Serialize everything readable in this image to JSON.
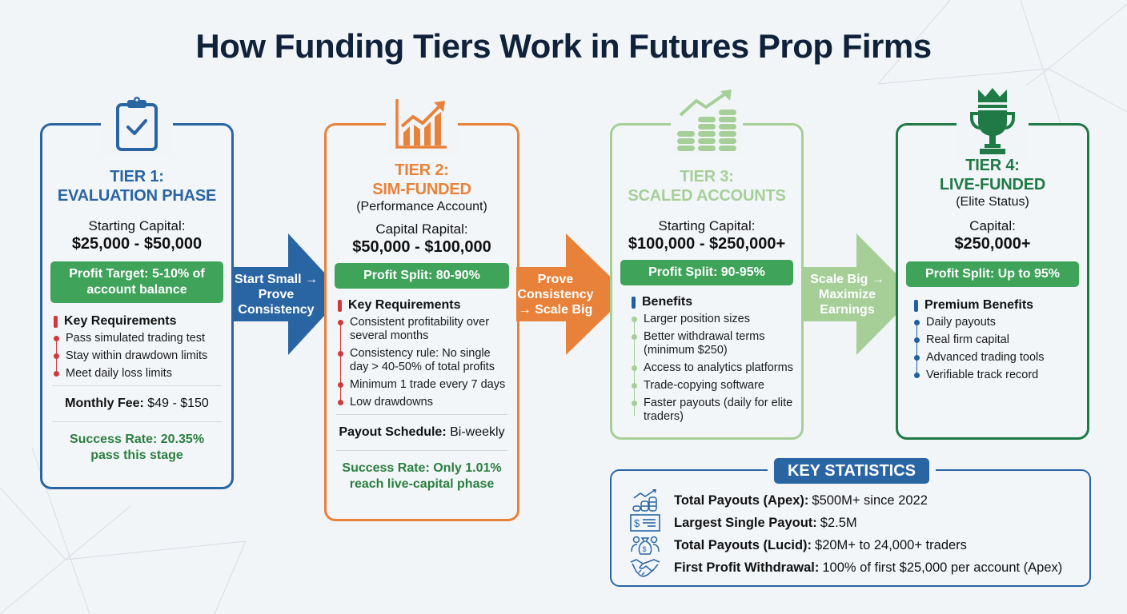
{
  "title": "How Funding Tiers Work in Futures Prop Firms",
  "colors": {
    "tier1": "#2a65a3",
    "tier2": "#e8823a",
    "tier3": "#a6cf98",
    "tier4": "#1f7a45",
    "pill_green": "#3fa35a",
    "success_green": "#2a7f3f",
    "title_navy": "#10223a"
  },
  "tiers": [
    {
      "icon": "clipboard-check-icon",
      "title_line1": "TIER 1:",
      "title_line2": "EVALUATION PHASE",
      "capital_label": "Starting Capital:",
      "capital_value": "$25,000 - $50,000",
      "pill": "Profit Target: 5-10% of account balance",
      "section_title": "Key Requirements",
      "items": [
        "Pass simulated trading test",
        "Stay within drawdown limits",
        "Meet daily loss limits"
      ],
      "fee_label": "Monthly Fee:",
      "fee_value": "$49 - $150",
      "success_line1": "Success Rate: 20.35%",
      "success_line2": "pass this stage"
    },
    {
      "icon": "bar-chart-growth-icon",
      "title_line1": "TIER 2:",
      "title_line2": "SIM-FUNDED",
      "subtitle": "(Performance Account)",
      "capital_label": "Capital Rapital:",
      "capital_value": "$50,000 - $100,000",
      "pill": "Profit Split: 80-90%",
      "section_title": "Key Requirements",
      "items": [
        "Consistent profitability over several months",
        "Consistency rule: No single day > 40-50% of total profits",
        "Minimum 1 trade every 7 days",
        "Low drawdowns"
      ],
      "fee_label": "Payout Schedule:",
      "fee_value": "Bi-weekly",
      "success_line1": "Success Rate: Only 1.01%",
      "success_line2": "reach live-capital phase"
    },
    {
      "icon": "coin-stacks-growth-icon",
      "title_line1": "TIER 3:",
      "title_line2": "SCALED ACCOUNTS",
      "capital_label": "Starting Capital:",
      "capital_value": "$100,000 - $250,000+",
      "pill": "Profit Split: 90-95%",
      "section_title": "Benefits",
      "items": [
        "Larger position sizes",
        "Better withdrawal terms (minimum $250)",
        "Access to analytics platforms",
        "Trade-copying software",
        "Faster payouts (daily for elite traders)"
      ]
    },
    {
      "icon": "trophy-crown-icon",
      "title_line1": "TIER 4:",
      "title_line2": "LIVE-FUNDED",
      "subtitle": "(Elite Status)",
      "capital_label": "Capital:",
      "capital_value": "$250,000+",
      "pill": "Profit Split: Up to 95%",
      "section_title": "Premium Benefits",
      "items": [
        "Daily payouts",
        "Real firm capital",
        "Advanced trading tools",
        "Verifiable track record"
      ]
    }
  ],
  "arrows": [
    {
      "label": "Start Small → Prove Consistency",
      "color": "#2a65a3"
    },
    {
      "label": "Prove Consistency → Scale Big",
      "color": "#e8823a"
    },
    {
      "label": "Scale Big → Maximize Earnings",
      "color": "#a6cf98"
    }
  ],
  "stats": {
    "title": "KEY STATISTICS",
    "rows": [
      {
        "icon": "coins-growth-icon",
        "label": "Total Payouts (Apex):",
        "value": "$500M+ since 2022"
      },
      {
        "icon": "check-payment-icon",
        "label": "Largest Single Payout:",
        "value": "$2.5M"
      },
      {
        "icon": "people-money-bag-icon",
        "label": "Total Payouts (Lucid):",
        "value": "$20M+ to 24,000+ traders"
      },
      {
        "icon": "handshake-icon",
        "label": "First Profit Withdrawal:",
        "value": "100% of first $25,000 per account (Apex)"
      }
    ]
  }
}
